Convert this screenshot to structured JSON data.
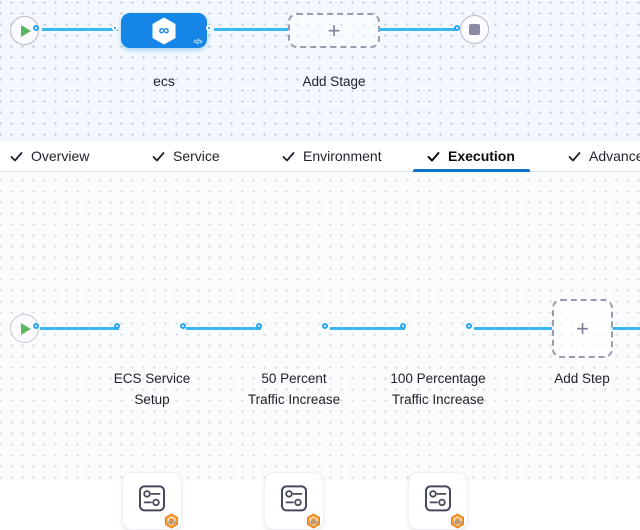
{
  "stage_pipeline": {
    "stage": {
      "label": "ecs",
      "icon_glyph": "∞",
      "code_toggle": "</>"
    },
    "add_stage": {
      "label": "Add Stage",
      "plus": "+"
    }
  },
  "tabs": {
    "items": [
      {
        "label": "Overview",
        "checked": true,
        "active": false
      },
      {
        "label": "Service",
        "checked": true,
        "active": false
      },
      {
        "label": "Environment",
        "checked": true,
        "active": false
      },
      {
        "label": "Execution",
        "checked": true,
        "active": true
      },
      {
        "label": "Advanced",
        "checked": true,
        "active": false
      }
    ]
  },
  "execution_graph": {
    "steps": [
      {
        "lines": [
          "ECS Service",
          "Setup"
        ],
        "code_toggle": "</>"
      },
      {
        "lines": [
          "50 Percent",
          "Traffic Increase"
        ],
        "code_toggle": "</>"
      },
      {
        "lines": [
          "100 Percentage",
          "Traffic Increase"
        ],
        "code_toggle": "</>"
      }
    ],
    "add_step": {
      "label": "Add Step",
      "plus": "+"
    }
  },
  "icons": {
    "play": "play-triangle",
    "stop": "stop-square",
    "checkmark": "checkmark",
    "stage_icon": "deploy-infinity-hexagon",
    "step_icon": "step-settings-sliders",
    "step_badge": "orange-hexagon-badge"
  },
  "colors": {
    "connector_line": "#3ab7f3",
    "stage_node_blue": "#1586e8",
    "active_tab_underline": "#0b76d0",
    "play_green": "#55b45d",
    "stop_gray": "#8a8ca4",
    "badge_orange": "#f89b2d",
    "top_canvas_bg": "#f2f8fd",
    "bottom_canvas_bg": "#fbfcfd"
  }
}
